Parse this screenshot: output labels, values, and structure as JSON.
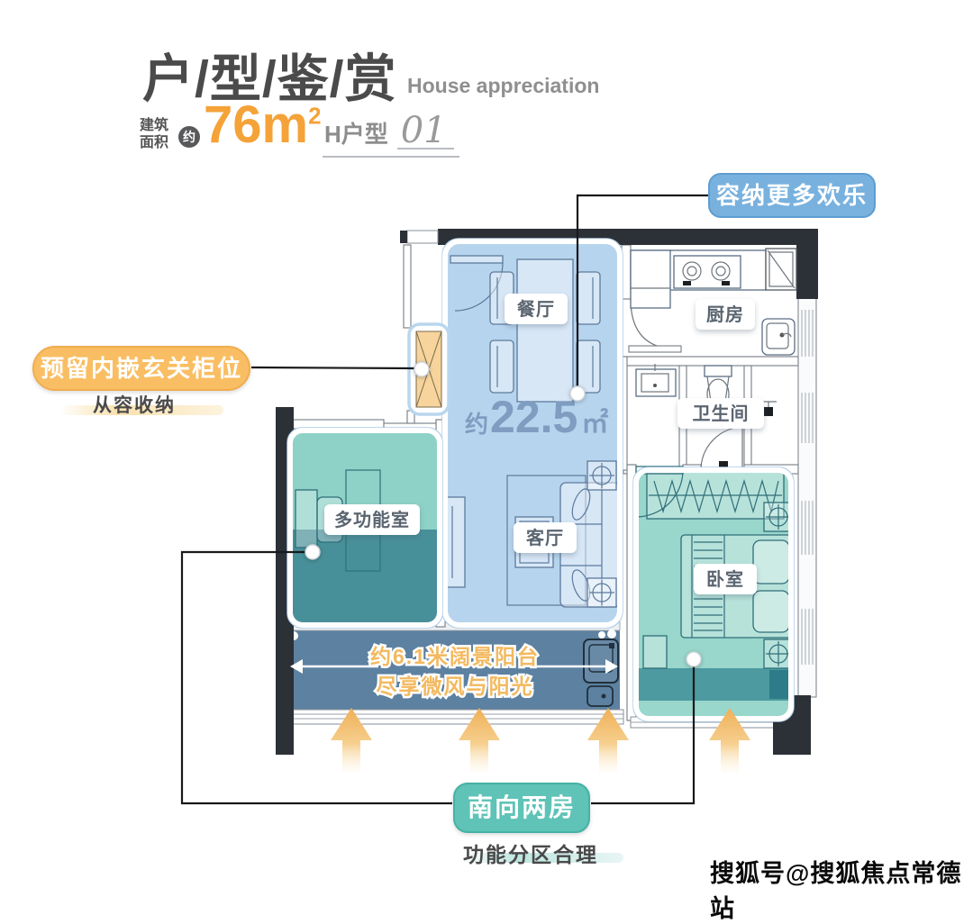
{
  "header": {
    "title_cn": "户/型/鉴/赏",
    "title_en": "House appreciation",
    "area_label_line1": "建筑",
    "area_label_line2": "面积",
    "approx_badge": "约",
    "area_value": "76m",
    "area_sup": "2",
    "unit_type_label": "H户型",
    "unit_type_number": "01"
  },
  "callouts": {
    "top_right": {
      "label": "容纳更多欢乐"
    },
    "left": {
      "label": "预留内嵌玄关柜位",
      "caption": "从容收纳"
    },
    "bottom": {
      "label": "南向两房",
      "caption": "功能分区合理"
    }
  },
  "plan": {
    "room_labels": {
      "dining": "餐厅",
      "kitchen": "厨房",
      "bathroom": "卫生间",
      "multi_function": "多功能室",
      "living": "客厅",
      "bedroom": "卧室"
    },
    "area": {
      "prefix": "约",
      "value": "22.5",
      "unit": "㎡"
    },
    "balcony": {
      "line1": "约6.1米阔景阳台",
      "line2": "尽享微风与阳光"
    }
  },
  "watermark": "搜狐号@搜狐焦点常德站",
  "colors": {
    "accent_orange": "#f5a238",
    "badge_blue": "#79b1de",
    "badge_orange": "#f9be63",
    "badge_teal": "#5fc3b7",
    "room_blue": "#b7d4ee",
    "room_teal_light": "#8ed1c6",
    "room_teal_dark": "#489099",
    "balcony_slate": "#5d81a0",
    "wall_dark": "#2c3137",
    "area_text": "#7e9dc0"
  }
}
